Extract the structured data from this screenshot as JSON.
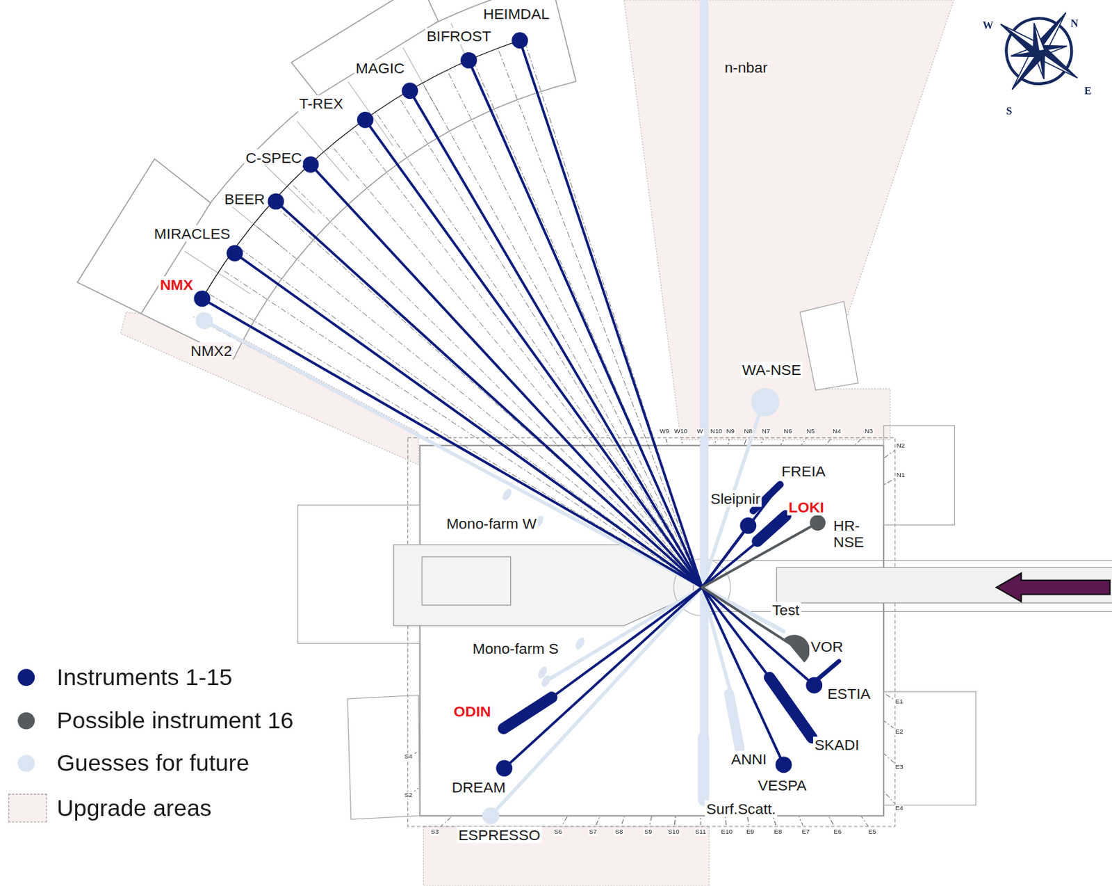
{
  "diagram": {
    "labels": [
      "HEIMDAL",
      "BIFROST",
      "MAGIC",
      "T-REX",
      "C-SPEC",
      "BEER",
      "MIRACLES",
      "NMX",
      "NMX2",
      "n-nbar",
      "N",
      "W",
      "E",
      "S",
      "WA-NSE",
      "FREIA",
      "Sleipnir",
      "LOKI",
      "HR-NSE",
      "Mono-farm W",
      "Test",
      "VOR",
      "Mono-farm S",
      "ODIN",
      "ESTIA",
      "SKADI",
      "ANNI",
      "DREAM",
      "VESPA",
      "Surf.Scatt.",
      "ESPRESSO",
      "W9",
      "W10",
      "W",
      "N10",
      "N9",
      "N8",
      "N7",
      "N6",
      "N5",
      "N4",
      "N3",
      "N2",
      "N1",
      "E1",
      "E2",
      "E3",
      "E4",
      "S4",
      "S2",
      "S3",
      "S6",
      "S7",
      "S8",
      "S9",
      "S10",
      "S11",
      "E10",
      "E9",
      "E8",
      "E7",
      "E6",
      "E5"
    ],
    "legend": [
      {
        "text": "Instruments 1-15",
        "color": "#0c1c7c"
      },
      {
        "text": "Possible instrument 16",
        "color": "#555a5e"
      },
      {
        "text": "Guesses for future",
        "color": "#dbe5f1"
      },
      {
        "text": "Upgrade areas",
        "color": "#f9efee"
      }
    ]
  }
}
